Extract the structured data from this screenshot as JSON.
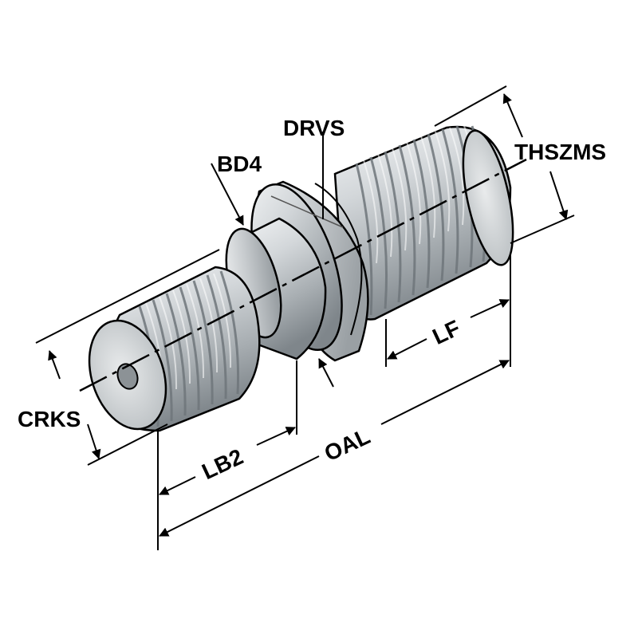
{
  "labels": {
    "bd4": "BD4",
    "drvs": "DRVS",
    "thszms": "THSZMS",
    "lf": "LF",
    "crks": "CRKS",
    "lb2": "LB2",
    "oal": "OAL"
  }
}
